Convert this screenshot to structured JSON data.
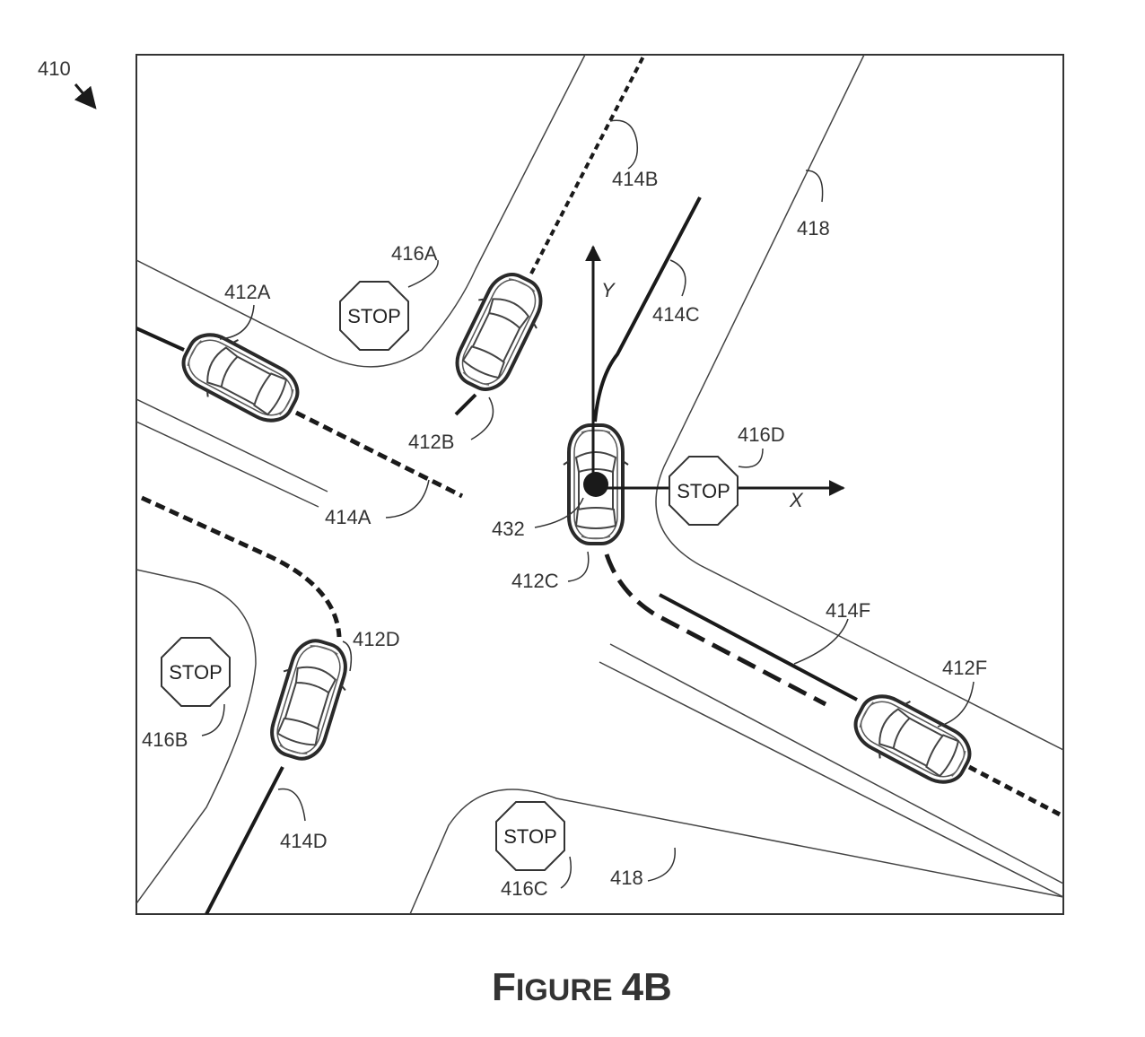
{
  "figure": {
    "id_label": "410",
    "caption_first": "F",
    "caption_rest": "IGURE",
    "caption_num": "4B"
  },
  "vehicles": {
    "a": "412A",
    "b": "412B",
    "c": "412C",
    "d": "412D",
    "f": "412F"
  },
  "trajectories": {
    "a": "414A",
    "b": "414B",
    "c": "414C",
    "d": "414D",
    "f": "414F"
  },
  "stop_signs": {
    "text": "STOP",
    "a": "416A",
    "b": "416B",
    "c": "416C",
    "d": "416D"
  },
  "road_edges": {
    "upper": "418",
    "lower": "418"
  },
  "reference_point": "432",
  "axes": {
    "x": "X",
    "y": "Y"
  }
}
